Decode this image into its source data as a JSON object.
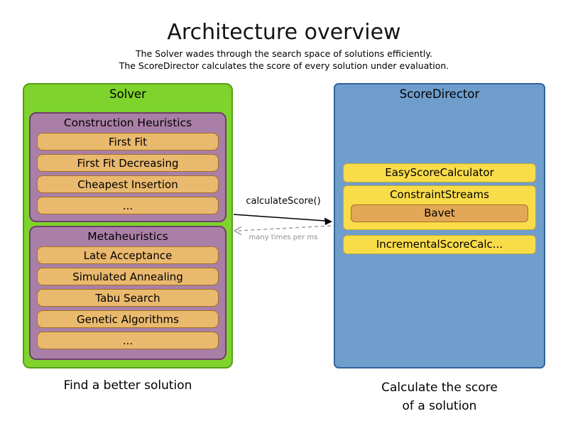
{
  "header": {
    "title": "Architecture overview",
    "subtitle1": "The Solver wades through the search space of solutions efficiently.",
    "subtitle2": "The ScoreDirector calculates the score of every solution under evaluation."
  },
  "solver": {
    "title": "Solver",
    "groups": [
      {
        "title": "Construction Heuristics",
        "items": [
          "First Fit",
          "First Fit Decreasing",
          "Cheapest Insertion",
          "..."
        ]
      },
      {
        "title": "Metaheuristics",
        "items": [
          "Late Acceptance",
          "Simulated Annealing",
          "Tabu Search",
          "Genetic Algorithms",
          "..."
        ]
      }
    ]
  },
  "score_director": {
    "title": "ScoreDirector",
    "items": [
      {
        "label": "EasyScoreCalculator"
      },
      {
        "label": "ConstraintStreams",
        "children": [
          "Bavet"
        ]
      },
      {
        "label": "IncrementalScoreCalc..."
      }
    ]
  },
  "arrow": {
    "label": "calculateScore()",
    "sublabel": "many times per ms"
  },
  "captions": {
    "solver": "Find a better solution",
    "score_director_line1": "Calculate the score",
    "score_director_line2": "of a solution"
  },
  "colors": {
    "solver_fill": "#7ed32c",
    "solver_border": "#53a018",
    "group_fill": "#aa7fa7",
    "group_border": "#6e3f6b",
    "item_fill": "#e9b96e",
    "item_border": "#a3721f",
    "score_director_fill": "#6f9ecd",
    "score_director_border": "#33629a",
    "yellow_fill": "#f9dc49",
    "yellow_border": "#c3a932",
    "bavet_fill": "#e2a858",
    "arrow_color": "#000000",
    "return_arrow_color": "#979797"
  }
}
